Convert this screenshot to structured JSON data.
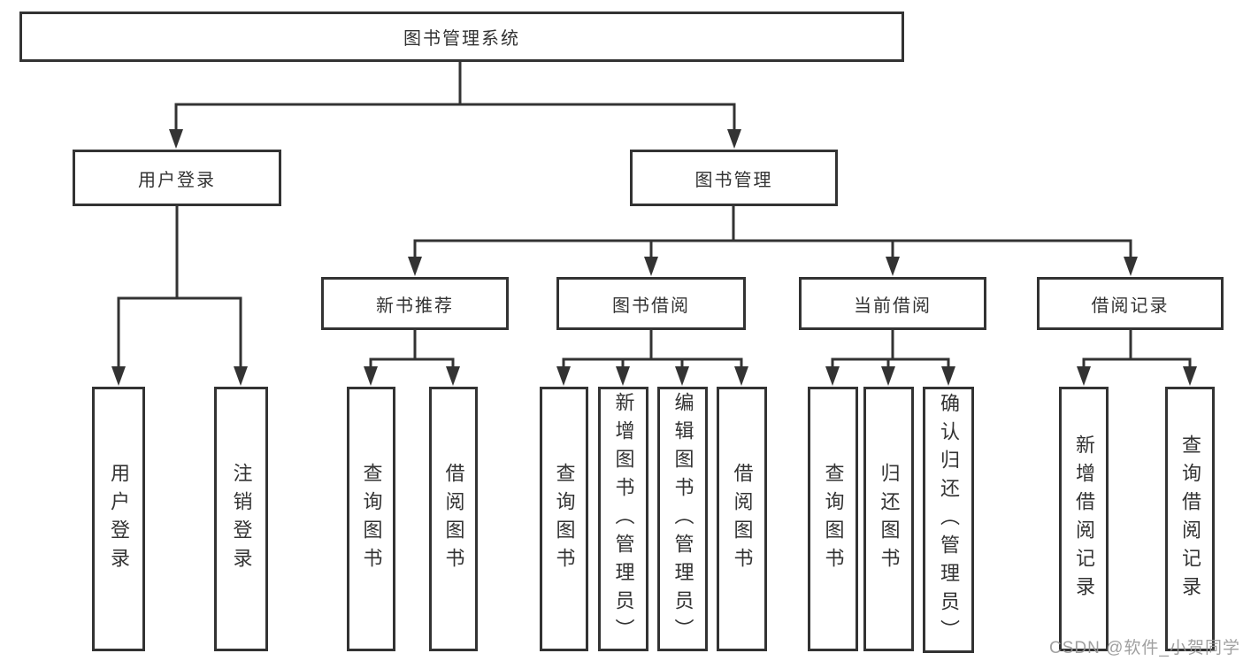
{
  "colors": {
    "background": "#ffffff",
    "line": "#333333",
    "box_border": "#333333",
    "box_fill": "#ffffff",
    "text": "#333333",
    "watermark_text": "#969696"
  },
  "tree": {
    "label": "图书管理系统",
    "children": [
      {
        "label": "用户登录",
        "children": [
          {
            "label": "用户登录"
          },
          {
            "label": "注销登录"
          }
        ]
      },
      {
        "label": "图书管理",
        "children": [
          {
            "label": "新书推荐",
            "children": [
              {
                "label": "查询图书"
              },
              {
                "label": "借阅图书"
              }
            ]
          },
          {
            "label": "图书借阅",
            "children": [
              {
                "label": "查询图书"
              },
              {
                "label": "新增图书（管理员）"
              },
              {
                "label": "编辑图书（管理员）"
              },
              {
                "label": "借阅图书"
              }
            ]
          },
          {
            "label": "当前借阅",
            "children": [
              {
                "label": "查询图书"
              },
              {
                "label": "归还图书"
              },
              {
                "label": "确认归还（管理员）"
              }
            ]
          },
          {
            "label": "借阅记录",
            "children": [
              {
                "label": "新增借阅记录"
              },
              {
                "label": "查询借阅记录"
              }
            ]
          }
        ]
      }
    ]
  },
  "watermark": {
    "text": "CSDN @软件_小贺同学"
  }
}
